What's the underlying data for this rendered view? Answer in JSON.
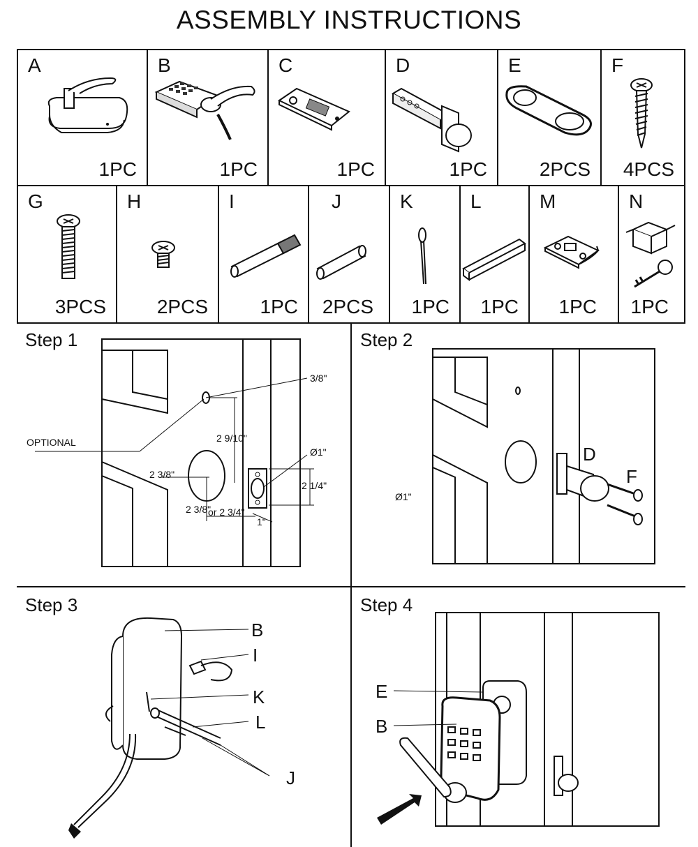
{
  "title": "ASSEMBLY INSTRUCTIONS",
  "parts_row1": [
    {
      "letter": "A",
      "qty": "1PC"
    },
    {
      "letter": "B",
      "qty": "1PC"
    },
    {
      "letter": "C",
      "qty": "1PC"
    },
    {
      "letter": "D",
      "qty": "1PC"
    },
    {
      "letter": "E",
      "qty": "2PCS"
    },
    {
      "letter": "F",
      "qty": "4PCS"
    }
  ],
  "parts_row2": [
    {
      "letter": "G",
      "qty": "3PCS"
    },
    {
      "letter": "H",
      "qty": "2PCS"
    },
    {
      "letter": "I",
      "qty": "1PC"
    },
    {
      "letter": "J",
      "qty": "2PCS"
    },
    {
      "letter": "K",
      "qty": "1PC"
    },
    {
      "letter": "L",
      "qty": "1PC"
    },
    {
      "letter": "M",
      "qty": "1PC"
    },
    {
      "letter": "N",
      "qty": "1PC"
    }
  ],
  "step1": {
    "title": "Step 1",
    "optional": "OPTIONAL",
    "dim_small_hole": "3/8\"",
    "dim_vertical": "2 9/10\"",
    "dim_diameter": "Ø1\"",
    "dim_latch": "2 1/4\"",
    "dim_backset_left": "2 3/8\"",
    "dim_backset_bottom": "2 3/8\"",
    "dim_or": "or 2 3/4\"",
    "dim_edge": "1\""
  },
  "step2": {
    "title": "Step 2",
    "label_d": "D",
    "label_f": "F",
    "note": "Ø1\""
  },
  "step3": {
    "title": "Step 3",
    "label_b": "B",
    "label_i": "I",
    "label_k": "K",
    "label_l": "L",
    "label_j": "J"
  },
  "step4": {
    "title": "Step 4",
    "label_e": "E",
    "label_b": "B"
  }
}
